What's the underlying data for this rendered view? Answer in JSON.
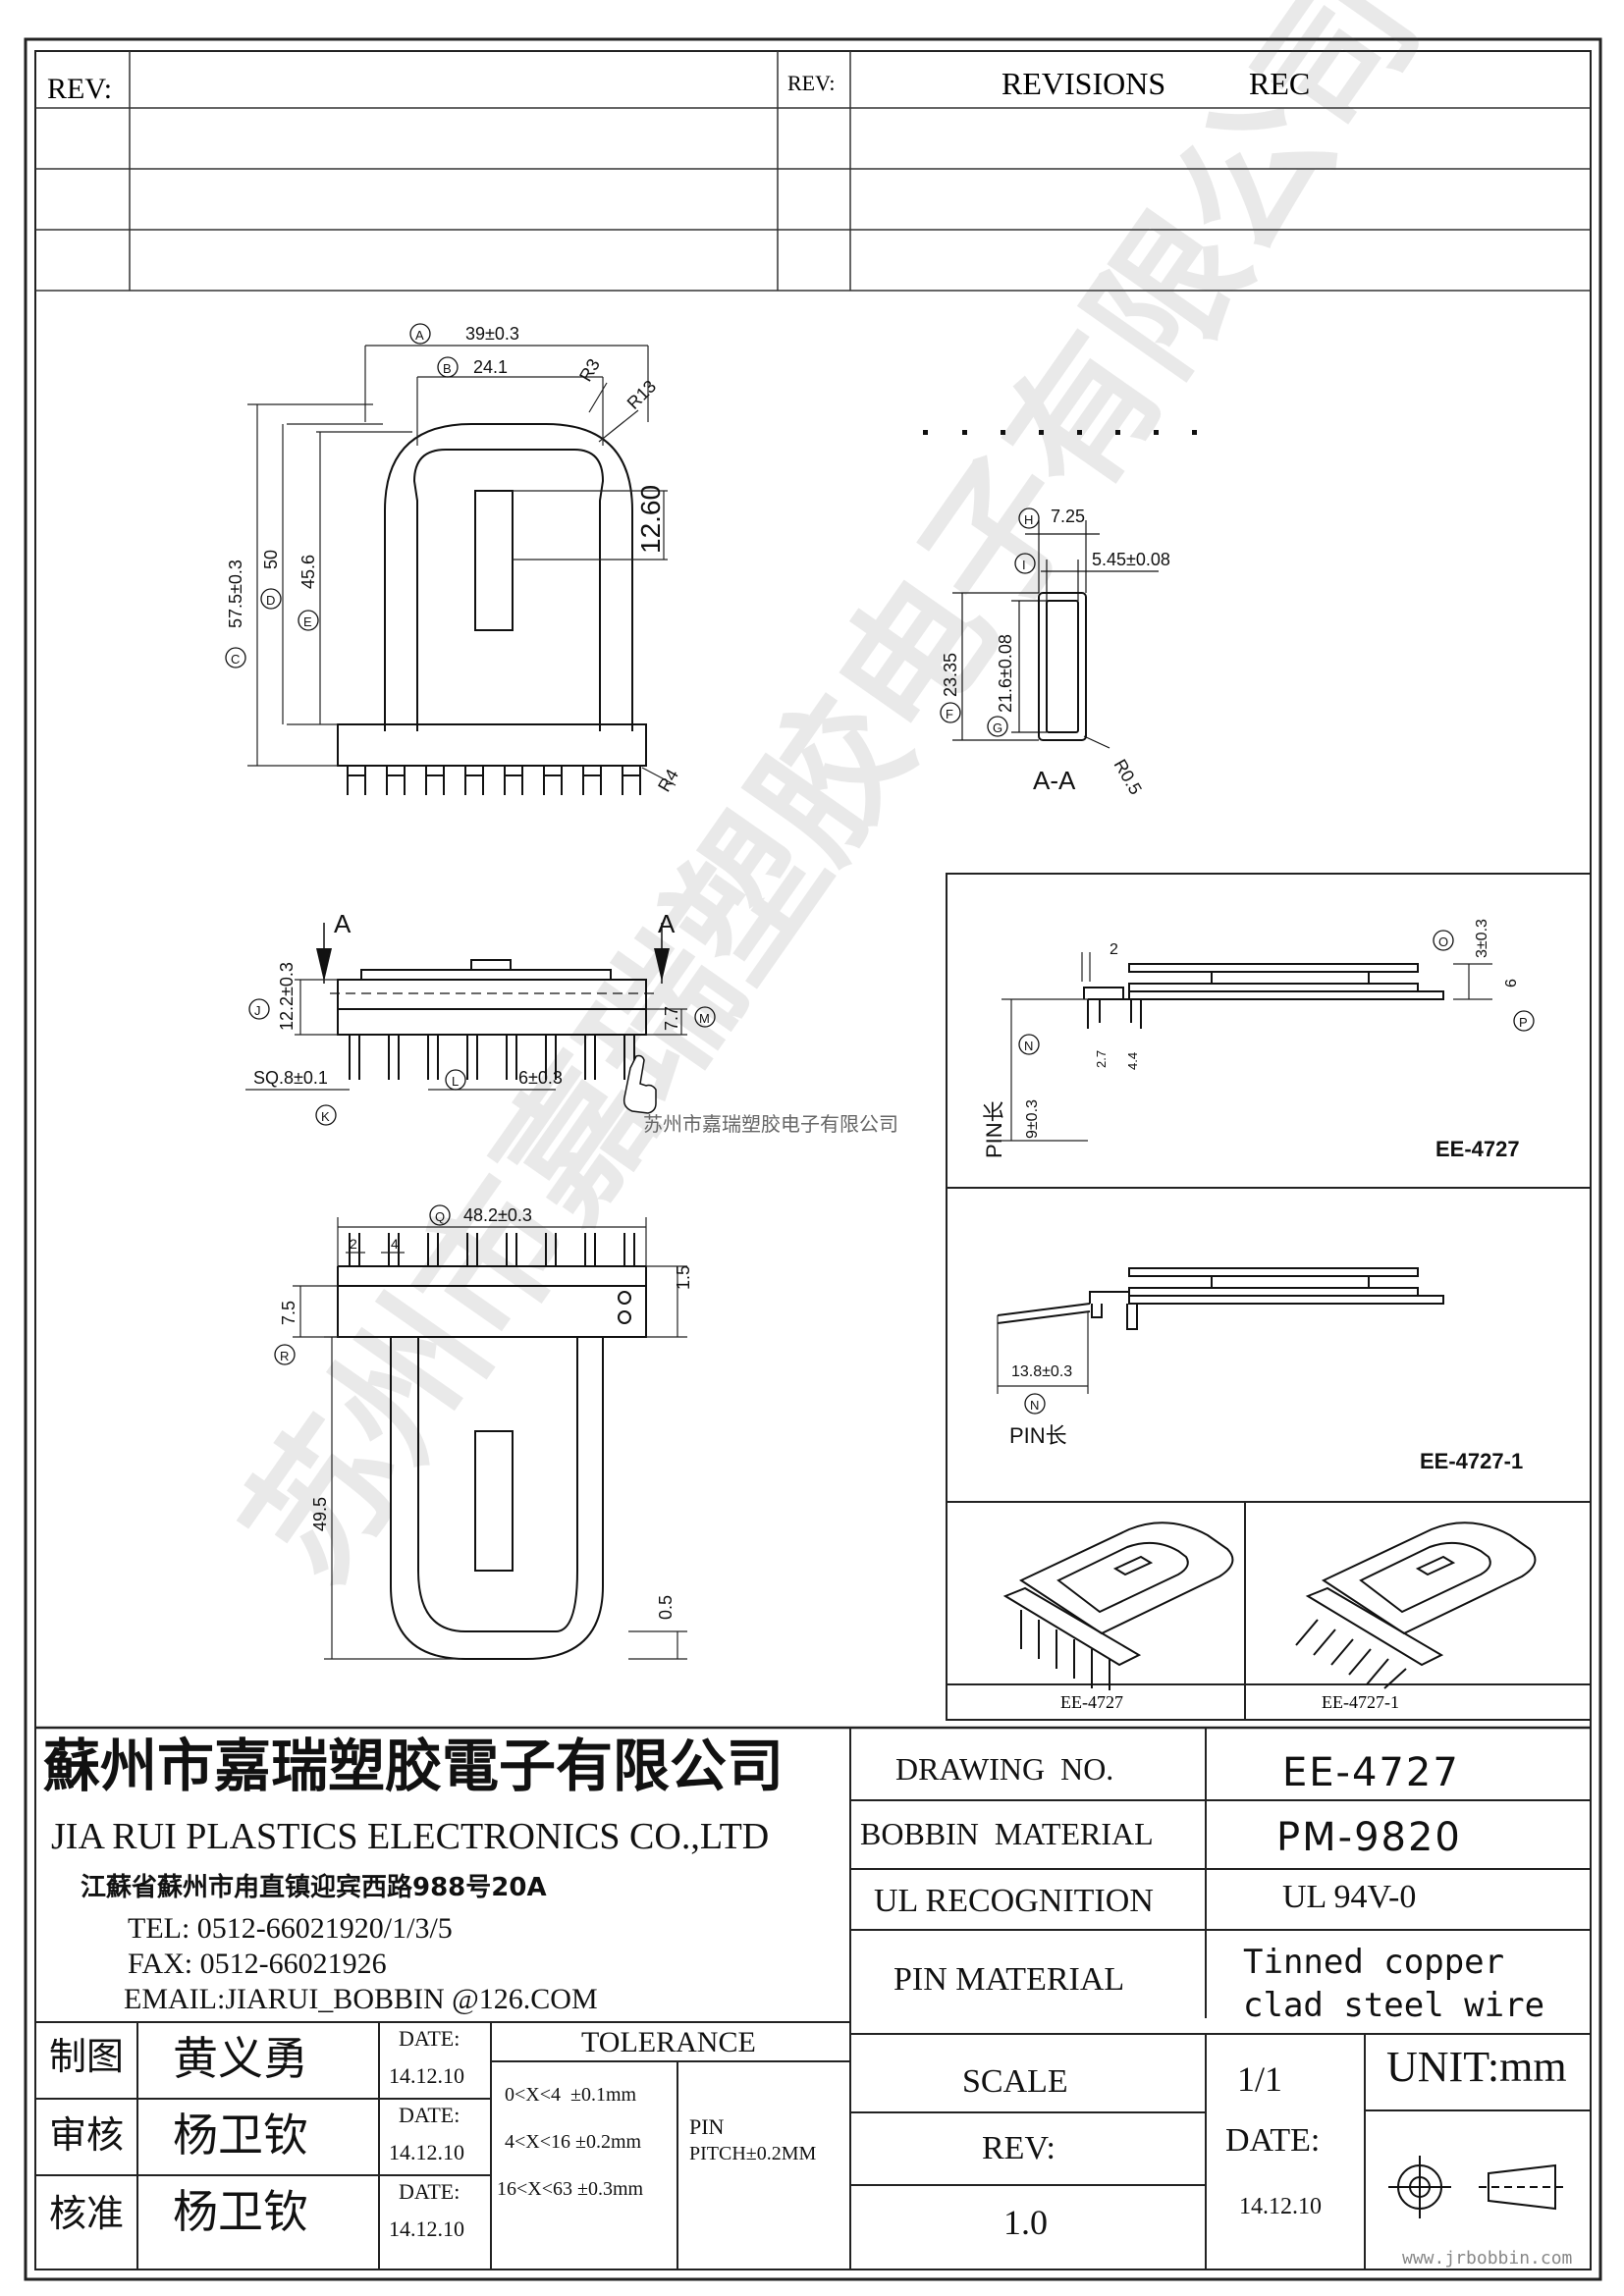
{
  "revision_block": {
    "rev_label": "REV:",
    "rev_label_right": "REV:",
    "revisions_label": "REVISIONS",
    "rec_label": "REC"
  },
  "top_view": {
    "dim_A": "39±0.3",
    "dim_B": "24.1",
    "dim_R3": "R3",
    "dim_R13": "R13",
    "dim_window": "12.60",
    "dim_C": "57.5±0.3",
    "dim_D": "50",
    "dim_E": "45.6",
    "dim_R4": "R4"
  },
  "section_view": {
    "dim_H": "7.25",
    "dim_I": "5.45±0.08",
    "dim_F": "23.35",
    "dim_G": "21.6±0.08",
    "dim_R05": "R0.5",
    "section_label": "A-A"
  },
  "front_view": {
    "arrow_label": "A",
    "dim_J": "12.2±0.3",
    "dim_M": "7.7",
    "dim_K": "SQ.8±0.1",
    "dim_L": "6±0.3"
  },
  "watermark_text": "苏州市嘉瑞塑胶电子有限公司",
  "bottom_view": {
    "dim_Q": "48.2±0.3",
    "dim_pin_w": "2",
    "dim_pin_pitch": "4",
    "dim_R": "7.5",
    "dim_top": "1.5",
    "dim_len": "49.5",
    "dim_tail": "0.5"
  },
  "side_ee4727": {
    "title": "EE-4727",
    "dim_2": "2",
    "dim_O": "3±0.3",
    "dim_6": "6",
    "dim_27": "2.7",
    "dim_44": "4.4",
    "dim_N": "9±0.3",
    "pin_label": "PIN长"
  },
  "side_ee4727_1": {
    "title": "EE-4727-1",
    "dim_N": "13.8±0.3",
    "pin_label": "PIN长"
  },
  "iso_views": {
    "left_caption": "EE-4727",
    "right_caption": "EE-4727-1"
  },
  "company": {
    "name_cn": "蘇州市嘉瑞塑胶電子有限公司",
    "name_en": "JIA RUI PLASTICS ELECTRONICS CO.,LTD",
    "address": "江蘇省蘇州市甪直镇迎宾西路988号20A",
    "tel": "TEL: 0512-66021920/1/3/5",
    "fax": "FAX: 0512-66021926",
    "email": "EMAIL:JIARUI_BOBBIN @126.COM"
  },
  "spec": {
    "drawing_no_label": "DRAWING  NO.",
    "drawing_no": "EE-4727",
    "bobbin_material_label": "BOBBIN  MATERIAL",
    "bobbin_material": "PM-9820",
    "ul_label": "UL RECOGNITION",
    "ul_value": "UL 94V-0",
    "pin_material_label": "PIN MATERIAL",
    "pin_material_1": "Tinned copper",
    "pin_material_2": "clad steel wire",
    "scale_label": "SCALE",
    "scale_value": "1/1",
    "unit": "UNIT:mm",
    "rev_label": "REV:",
    "rev_value": "1.0",
    "date_label": "DATE:",
    "date_value": "14.12.10"
  },
  "approvals": [
    {
      "role": "制图",
      "name": "黄义勇",
      "date_label": "DATE:",
      "date": "14.12.10"
    },
    {
      "role": "审核",
      "name": "杨卫钦",
      "date_label": "DATE:",
      "date": "14.12.10"
    },
    {
      "role": "核准",
      "name": "杨卫钦",
      "date_label": "DATE:",
      "date": "14.12.10"
    }
  ],
  "tolerance": {
    "title": "TOLERANCE",
    "row1": "0<X<4  ±0.1mm",
    "row2": "4<X<16 ±0.2mm",
    "row3": "16<X<63 ±0.3mm",
    "pin_label": "PIN",
    "pin_pitch": "PITCH±0.2MM"
  },
  "footer_url": "www.jrbobbin.com"
}
